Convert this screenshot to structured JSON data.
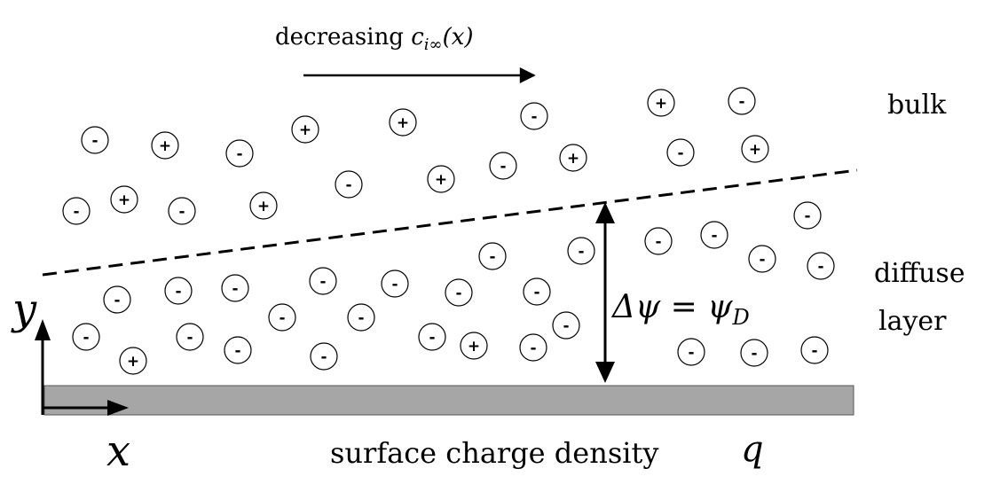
{
  "labels": {
    "top_arrow": "decreasing ",
    "top_arrow_math": "c",
    "top_arrow_sub": "i∞",
    "top_arrow_arg": "(x)",
    "bulk": "bulk",
    "diffuse_1": "diffuse",
    "diffuse_2": "layer",
    "delta_psi": "Δψ = ψ",
    "delta_psi_sub": "D",
    "y_axis": "y",
    "x_axis": "x",
    "surface": "surface charge density",
    "surface_symbol": "q"
  },
  "colors": {
    "surface": "#a6a6a6",
    "ink": "#000000"
  },
  "ions": [
    "-",
    "+",
    "-",
    "+",
    "+",
    "-",
    "+",
    "-",
    "-",
    "+",
    "-",
    "+",
    "-",
    "+",
    "-",
    "+",
    "-",
    "+",
    "-",
    "-",
    "-",
    "-",
    "-",
    "-",
    "-",
    "-",
    "-",
    "-",
    "-",
    "-",
    "-",
    "-",
    "-",
    "-",
    "-",
    "-",
    "-",
    "+",
    "-",
    "-",
    "-",
    "+",
    "-",
    "-",
    "-",
    "-"
  ]
}
